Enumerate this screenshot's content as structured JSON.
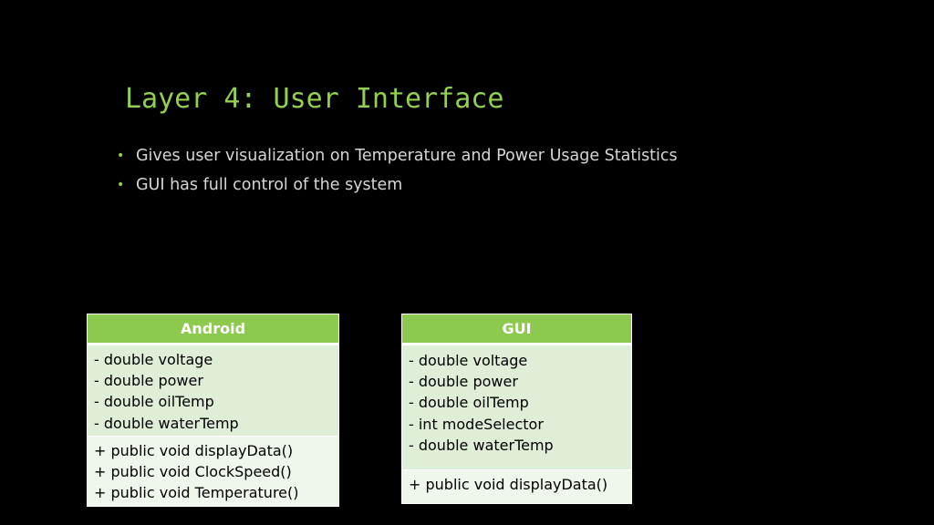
{
  "slide": {
    "title": "Layer 4: User Interface",
    "bullets": [
      "Gives user visualization on Temperature and Power Usage Statistics",
      "GUI  has full control of the system"
    ],
    "bullet_symbol": "•"
  },
  "classes": [
    {
      "name": "Android",
      "attributes": [
        "- double voltage",
        "- double power",
        "- double oilTemp",
        "- double waterTemp"
      ],
      "methods": [
        "+ public void displayData()",
        "+ public void ClockSpeed()",
        "+ public void Temperature()"
      ]
    },
    {
      "name": "GUI",
      "attributes": [
        "- double voltage",
        "- double power",
        "- double oilTemp",
        "- int modeSelector",
        "- double waterTemp"
      ],
      "methods": [
        "+ public void displayData()"
      ]
    }
  ],
  "colors": {
    "background": "#000000",
    "title": "#92d050",
    "bullet_text": "#d6d6d6",
    "header_fill": "#8cc94e",
    "attribute_fill": "#dfeed7",
    "method_fill": "#eff6eb"
  }
}
